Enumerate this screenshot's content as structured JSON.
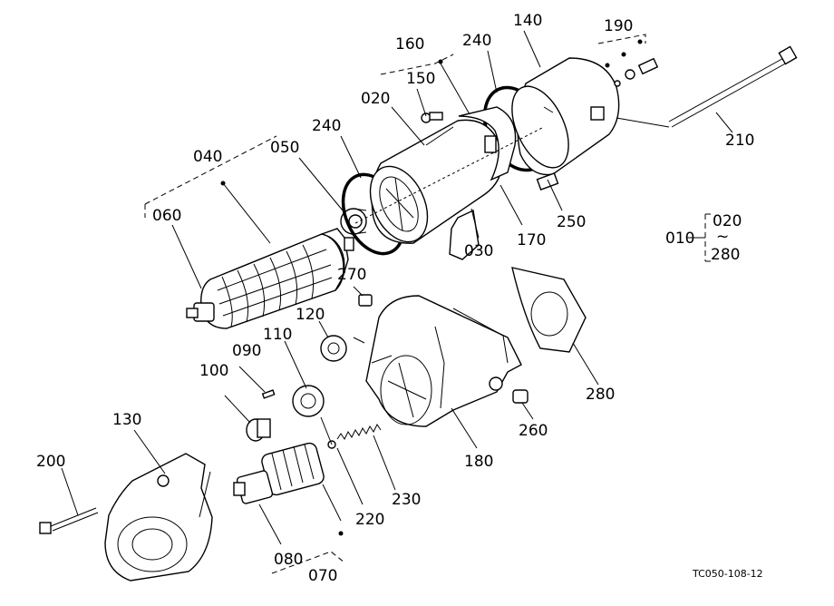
{
  "labels": {
    "p010": "010",
    "p020": "020",
    "p020b": "020",
    "p030": "030",
    "p040": "040",
    "p050": "050",
    "p060": "060",
    "p070": "070",
    "p080": "080",
    "p090": "090",
    "p100": "100",
    "p110": "110",
    "p120": "120",
    "p130": "130",
    "p140": "140",
    "p150": "150",
    "p160": "160",
    "p170": "170",
    "p180": "180",
    "p190": "190",
    "p200": "200",
    "p210": "210",
    "p220": "220",
    "p230": "230",
    "p240a": "240",
    "p240b": "240",
    "p250": "250",
    "p260": "260",
    "p270": "270",
    "p280": "280",
    "p280b": "280",
    "range_tilde": "~"
  },
  "drawing_code": "TC050-108-12"
}
